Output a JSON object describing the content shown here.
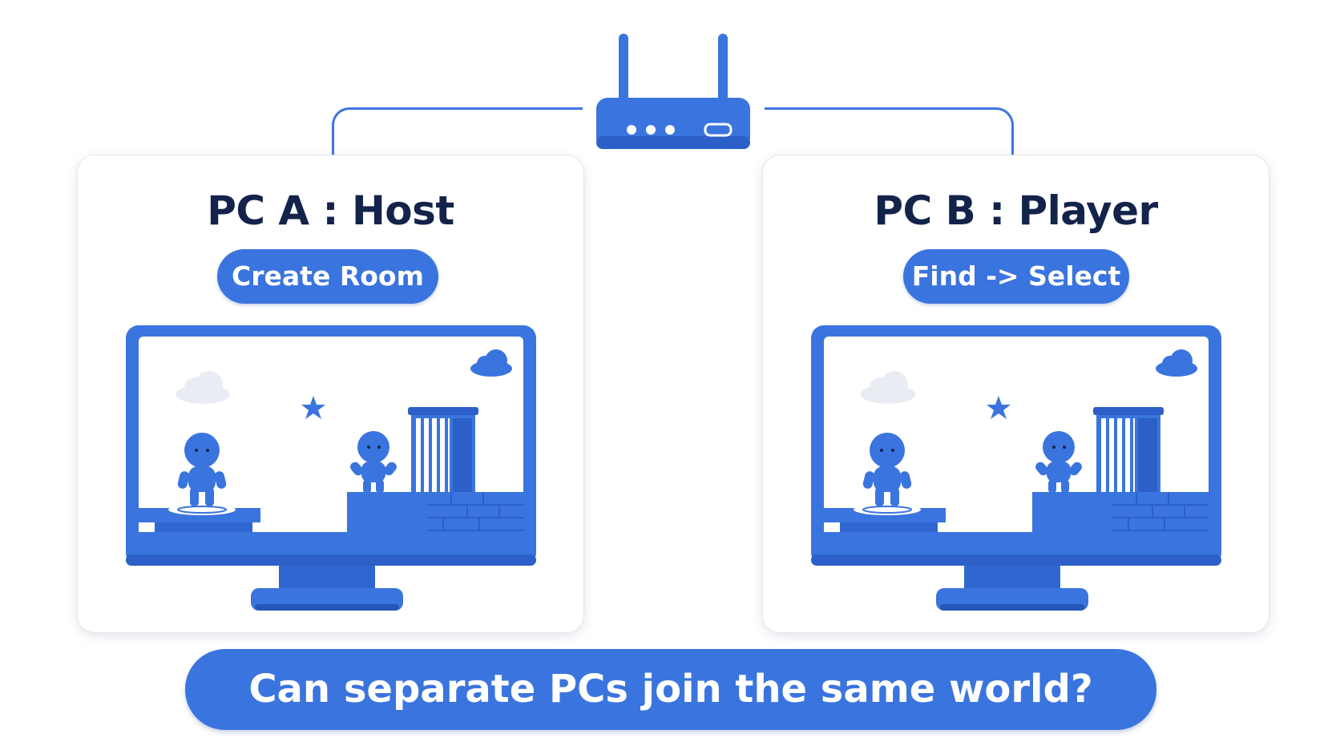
{
  "network": {
    "router": {
      "icon": "router-icon",
      "indicator_lights": 3,
      "port": "ethernet-port-icon"
    }
  },
  "panels": [
    {
      "id": "pc-a",
      "title": "PC A : Host",
      "action_label": "Create Room",
      "screen_icon": "game-scene-monitor-icon"
    },
    {
      "id": "pc-b",
      "title": "PC B : Player",
      "action_label": "Find -> Select",
      "screen_icon": "game-scene-monitor-icon"
    }
  ],
  "question": "Can separate PCs join the same world?",
  "colors": {
    "primary_blue": "#3a74de",
    "dark_blue": "#2c5fc8",
    "title_navy": "#13234a",
    "background": "#ffffff"
  }
}
